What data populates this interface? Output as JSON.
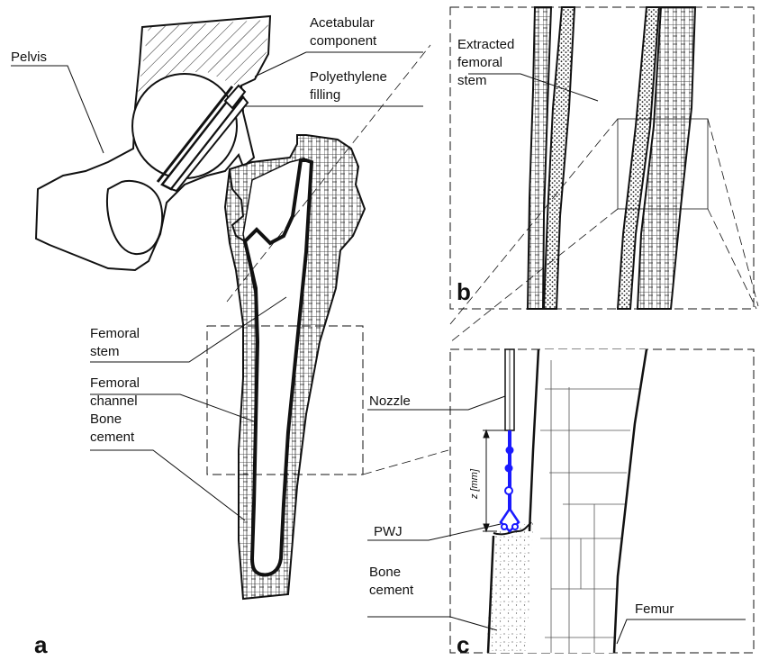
{
  "panels": {
    "a": "a",
    "b": "b",
    "c": "c"
  },
  "labels": {
    "pelvis": "Pelvis",
    "acetabular_1": "Acetabular",
    "acetabular_2": "component",
    "polyethylene_1": "Polyethylene",
    "polyethylene_2": "filling",
    "femoral_stem_1": "Femoral",
    "femoral_stem_2": "stem",
    "femoral_channel_1": "Femoral",
    "femoral_channel_2": "channel",
    "bone_cement_a_1": "Bone",
    "bone_cement_a_2": "cement",
    "extracted_1": "Extracted",
    "extracted_2": "femoral",
    "extracted_3": "stem",
    "nozzle": "Nozzle",
    "pwj": "PWJ",
    "bone_cement_c_1": "Bone",
    "bone_cement_c_2": "cement",
    "femur": "Femur",
    "z_axis": "z [mm]"
  },
  "colors": {
    "line": "#111111",
    "jet": "#1a1aff"
  }
}
